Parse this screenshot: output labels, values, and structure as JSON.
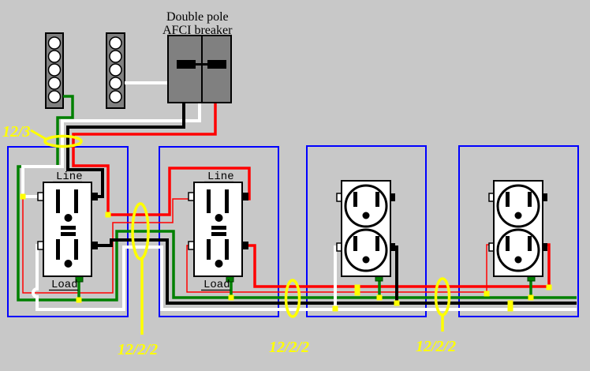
{
  "breaker": {
    "label_line1": "Double pole",
    "label_line2": "AFCI breaker"
  },
  "cables": {
    "feed_label": "12/3",
    "run1_label": "12/2/2",
    "run2_label": "12/2/2",
    "run3_label": "12/2/2"
  },
  "outlets": {
    "gfci1": {
      "line_label": "Line",
      "load_label": "Load"
    },
    "gfci2": {
      "line_label": "Line",
      "load_label": "Load"
    }
  },
  "colors": {
    "background": "#c8c8c8",
    "device_gray": "#808080",
    "box_blue": "#0000ff",
    "outlet_body": "#ffffff",
    "wire_black": "#000000",
    "wire_red": "#ff0000",
    "wire_white": "#ffffff",
    "wire_green": "#008000",
    "wire_striped": "#ff0000",
    "marker_yellow": "#ffff00"
  }
}
